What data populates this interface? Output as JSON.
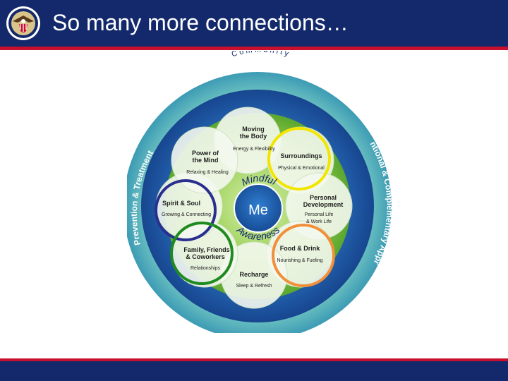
{
  "header": {
    "title": "So many more connections…"
  },
  "diagram": {
    "outer_ring_top": "Community",
    "outer_ring_left": "Prevention & Treatment",
    "outer_ring_right": "Conventional & Complementary Approaches",
    "center_label": "Me",
    "mindful": "Mindful",
    "awareness": "Awareness",
    "petals": [
      {
        "title_1": "Moving",
        "title_2": "the Body",
        "subtitle": "Energy & Flexibility"
      },
      {
        "title_1": "Surroundings",
        "title_2": "",
        "subtitle": "Physical & Emotional"
      },
      {
        "title_1": "Personal",
        "title_2": "Development",
        "subtitle": "Personal Life",
        "subtitle_2": "& Work Life"
      },
      {
        "title_1": "Food & Drink",
        "title_2": "",
        "subtitle": "Nourishing & Fueling"
      },
      {
        "title_1": "Recharge",
        "title_2": "",
        "subtitle": "Sleep & Refresh"
      },
      {
        "title_1": "Family, Friends",
        "title_2": "& Coworkers",
        "subtitle": "Relationships"
      },
      {
        "title_1": "Spirit & Soul",
        "title_2": "",
        "subtitle": "Growing & Connecting"
      },
      {
        "title_1": "Power of",
        "title_2": "the Mind",
        "subtitle": "Relaxing & Healing"
      }
    ],
    "highlight_colors": {
      "surroundings": "#f2e600",
      "spirit": "#2a2f8f",
      "family": "#1f8a1f",
      "food": "#f0903a"
    }
  }
}
